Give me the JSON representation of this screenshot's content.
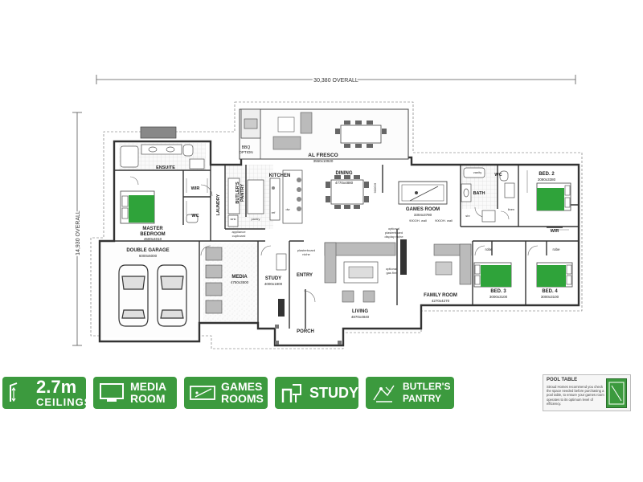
{
  "dimensions": {
    "overall_width": "30,380 OVERALL",
    "overall_depth": "14,930 OVERALL"
  },
  "rooms": {
    "al_fresco": {
      "name": "AL FRESCO",
      "size": "3550x10920"
    },
    "bbq": {
      "name": "BBQ",
      "note": "OPTION"
    },
    "ensuite": {
      "name": "ENSUITE"
    },
    "wir": "WIR",
    "wc": "WC",
    "master": {
      "name": "MASTER",
      "name2": "BEDROOM",
      "size": "4500x4010"
    },
    "laundry": "LAUNDRY",
    "butlers": "BUTLER'S",
    "pantry": "PANTRY",
    "kitchen": "KITCHEN",
    "dining": {
      "name": "DINING",
      "size": "4770x4880"
    },
    "games": {
      "name": "GAMES ROOM",
      "size": "3304x3780"
    },
    "bath": "BATH",
    "bed2": {
      "name": "BED. 2",
      "size": "3080x3380"
    },
    "bed3": {
      "name": "BED. 3",
      "size": "3000x3100"
    },
    "bed4": {
      "name": "BED. 4",
      "size": "3000x3100"
    },
    "double_garage": {
      "name": "DOUBLE GARAGE",
      "size": "6000x6000"
    },
    "media": {
      "name": "MEDIA",
      "size": "4750x3500"
    },
    "study": {
      "name": "STUDY",
      "size": "4000x1800"
    },
    "entry": "ENTRY",
    "porch": "PORCH",
    "living": {
      "name": "LIVING",
      "size": "4870x4840"
    },
    "family": {
      "name": "FAMILY ROOM",
      "size": "4270x4270"
    },
    "robe": "robe",
    "ref": "ref",
    "dw": "dw",
    "linen": "linen",
    "sink": "sink",
    "shr": "shr",
    "appliance1": "appliance",
    "appliance2": "cupboard",
    "plasterboard1": "plasterboard",
    "plasterboard2": "niche",
    "optional1": "optional",
    "optional2": "plasterboard",
    "optional3": "display niche",
    "gas1": "optional",
    "gas2": "gas fire",
    "void": "900OH",
    "wall1": "900OH. wall",
    "wall2": "900OH. wall",
    "pantry_small": "pantry",
    "vanity": "vanity"
  },
  "features": [
    {
      "line1": "2.7m",
      "line2": "CEILINGS",
      "icon": "ceiling-height-icon"
    },
    {
      "line1": "MEDIA",
      "line2": "ROOM",
      "icon": "tv-icon"
    },
    {
      "line1": "GAMES",
      "line2": "ROOMS",
      "icon": "pool-table-icon"
    },
    {
      "line1": "STUDY",
      "line2": "",
      "icon": "desk-icon"
    },
    {
      "line1": "BUTLER'S",
      "line2": "PANTRY",
      "icon": "butler-icon"
    }
  ],
  "pool_note": {
    "title": "POOL TABLE",
    "text": "Stroud Homes recommend you check the space needed before purchasing a pool table, to ensure your games room operates to its optimum level of efficiency."
  },
  "colors": {
    "feature_green": "#3c9a3e",
    "bed_green": "#2fa33a",
    "wall": "#333333"
  }
}
